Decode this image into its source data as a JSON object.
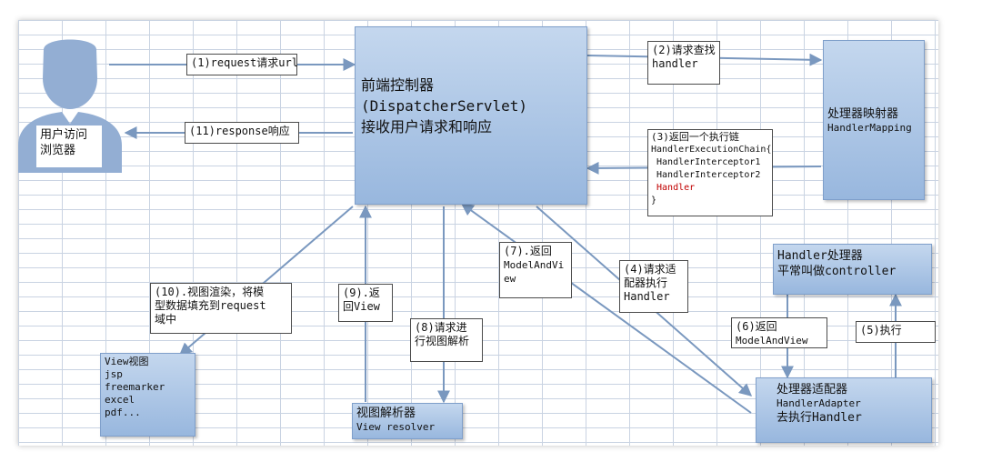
{
  "user": {
    "lines": [
      "用户访问",
      "浏览器"
    ]
  },
  "dispatcher": {
    "lines": [
      "前端控制器",
      "(DispatcherServlet)",
      "接收用户请求和响应"
    ]
  },
  "handler_mapping": {
    "lines": [
      "处理器映射器",
      "HandlerMapping"
    ]
  },
  "handler_box": {
    "lines": [
      "Handler处理器",
      "平常叫做controller"
    ]
  },
  "handler_adapter": {
    "lines": [
      "处理器适配器",
      "HandlerAdapter",
      "去执行Handler"
    ]
  },
  "view_resolver": {
    "lines": [
      "视图解析器",
      "View resolver"
    ]
  },
  "view": {
    "lines": [
      "View视图",
      "jsp",
      "freemarker",
      "excel",
      "pdf..."
    ]
  },
  "steps": {
    "s1": [
      "(1)request请求url"
    ],
    "s2": [
      "(2)请求查找",
      "handler"
    ],
    "s3": [
      "(3)返回一个执行链",
      "HandlerExecutionChain{",
      " HandlerInterceptor1",
      " HandlerInterceptor2",
      " Handler",
      "}"
    ],
    "s4": [
      "(4)请求适",
      "配器执行",
      "Handler"
    ],
    "s5": [
      "(5)执行"
    ],
    "s6": [
      "(6)返回",
      "ModelAndView"
    ],
    "s7": [
      "(7).返回",
      "ModelAndVi",
      "ew"
    ],
    "s8": [
      "(8)请求进",
      "行视图解析"
    ],
    "s9": [
      "(9).返",
      "回View"
    ],
    "s10": [
      "(10).视图渲染，将模",
      "型数据填充到request",
      "域中"
    ],
    "s11": [
      "(11)response响应"
    ]
  },
  "colors": {
    "box_top": "#c4d7ee",
    "box_bottom": "#98b7de",
    "arrow": "#7a98bf",
    "highlight": "#c00000"
  },
  "icons": {
    "user": "person-silhouette-icon"
  }
}
